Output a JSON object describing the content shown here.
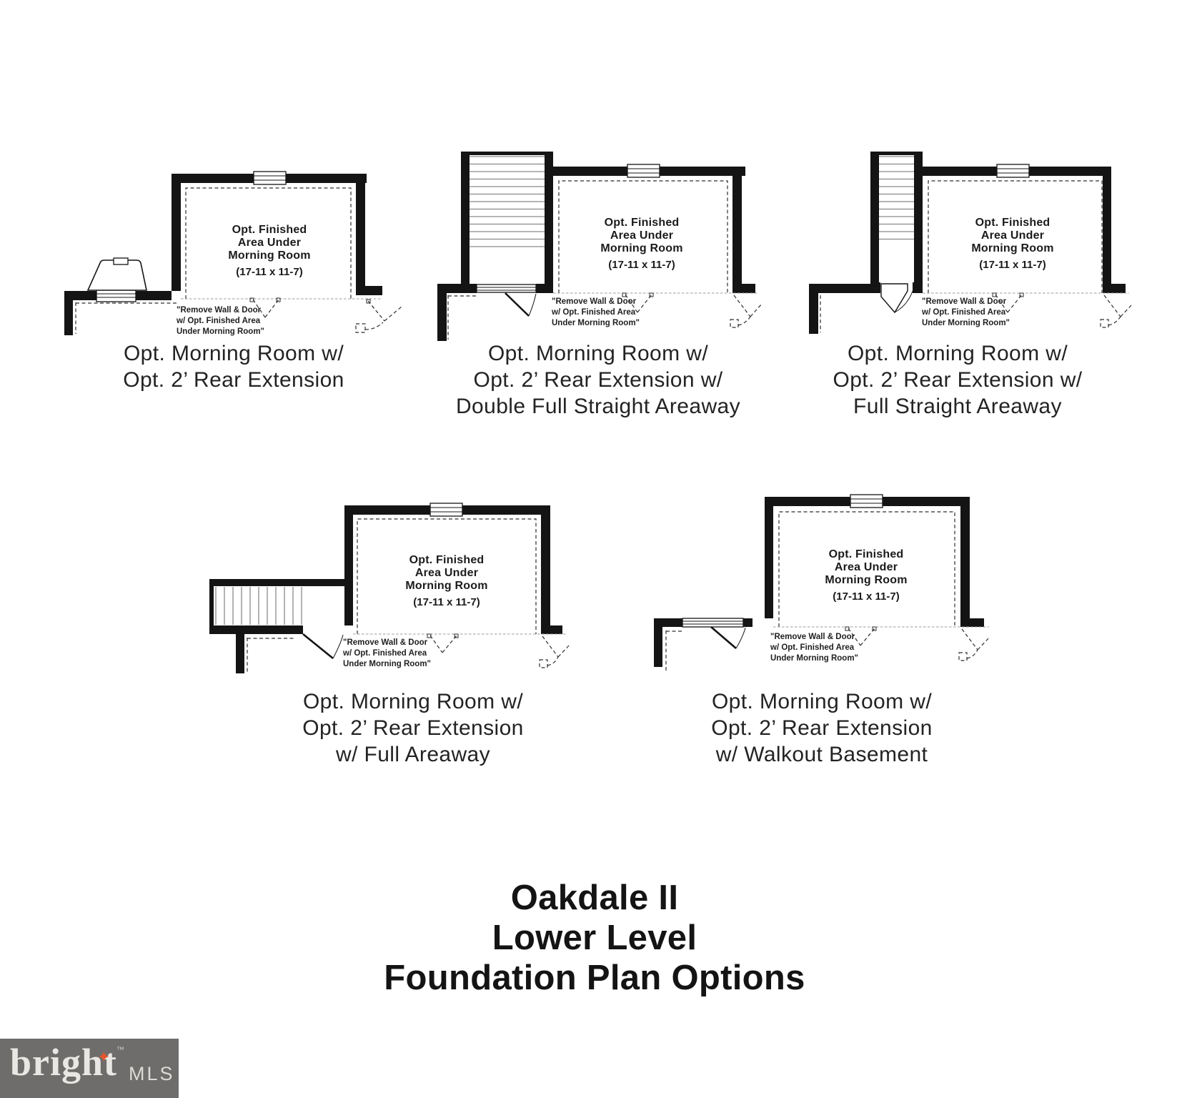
{
  "title": {
    "lines": [
      "Oakdale II",
      "Lower Level",
      "Foundation Plan Options"
    ]
  },
  "plan_common": {
    "room_label": [
      "Opt. Finished",
      "Area Under",
      "Morning Room"
    ],
    "room_dims": "(17-11 x 11-7)",
    "note": [
      "\"Remove Wall & Door",
      "w/ Opt. Finished Area",
      "Under Morning Room\""
    ]
  },
  "plans": [
    {
      "id": "rear-extension",
      "caption": [
        "Opt. Morning Room w/",
        "Opt. 2’ Rear Extension",
        ""
      ]
    },
    {
      "id": "double-full-straight-areaway",
      "caption": [
        "Opt. Morning Room w/",
        "Opt. 2’ Rear Extension w/",
        "Double Full Straight Areaway"
      ]
    },
    {
      "id": "full-straight-areaway",
      "caption": [
        "Opt. Morning Room w/",
        "Opt. 2’ Rear Extension w/",
        "Full Straight Areaway"
      ]
    },
    {
      "id": "full-areaway",
      "caption": [
        "Opt. Morning Room w/",
        "Opt. 2’ Rear Extension",
        "w/ Full Areaway"
      ]
    },
    {
      "id": "walkout-basement",
      "caption": [
        "Opt. Morning Room w/",
        "Opt. 2’ Rear Extension",
        "w/ Walkout Basement"
      ]
    }
  ],
  "logo": {
    "brand": "bright",
    "tm": "™",
    "suffix": "MLS",
    "star_glyph": "✦",
    "star_color": "#e4552b",
    "box_color": "#6e6d6b"
  }
}
